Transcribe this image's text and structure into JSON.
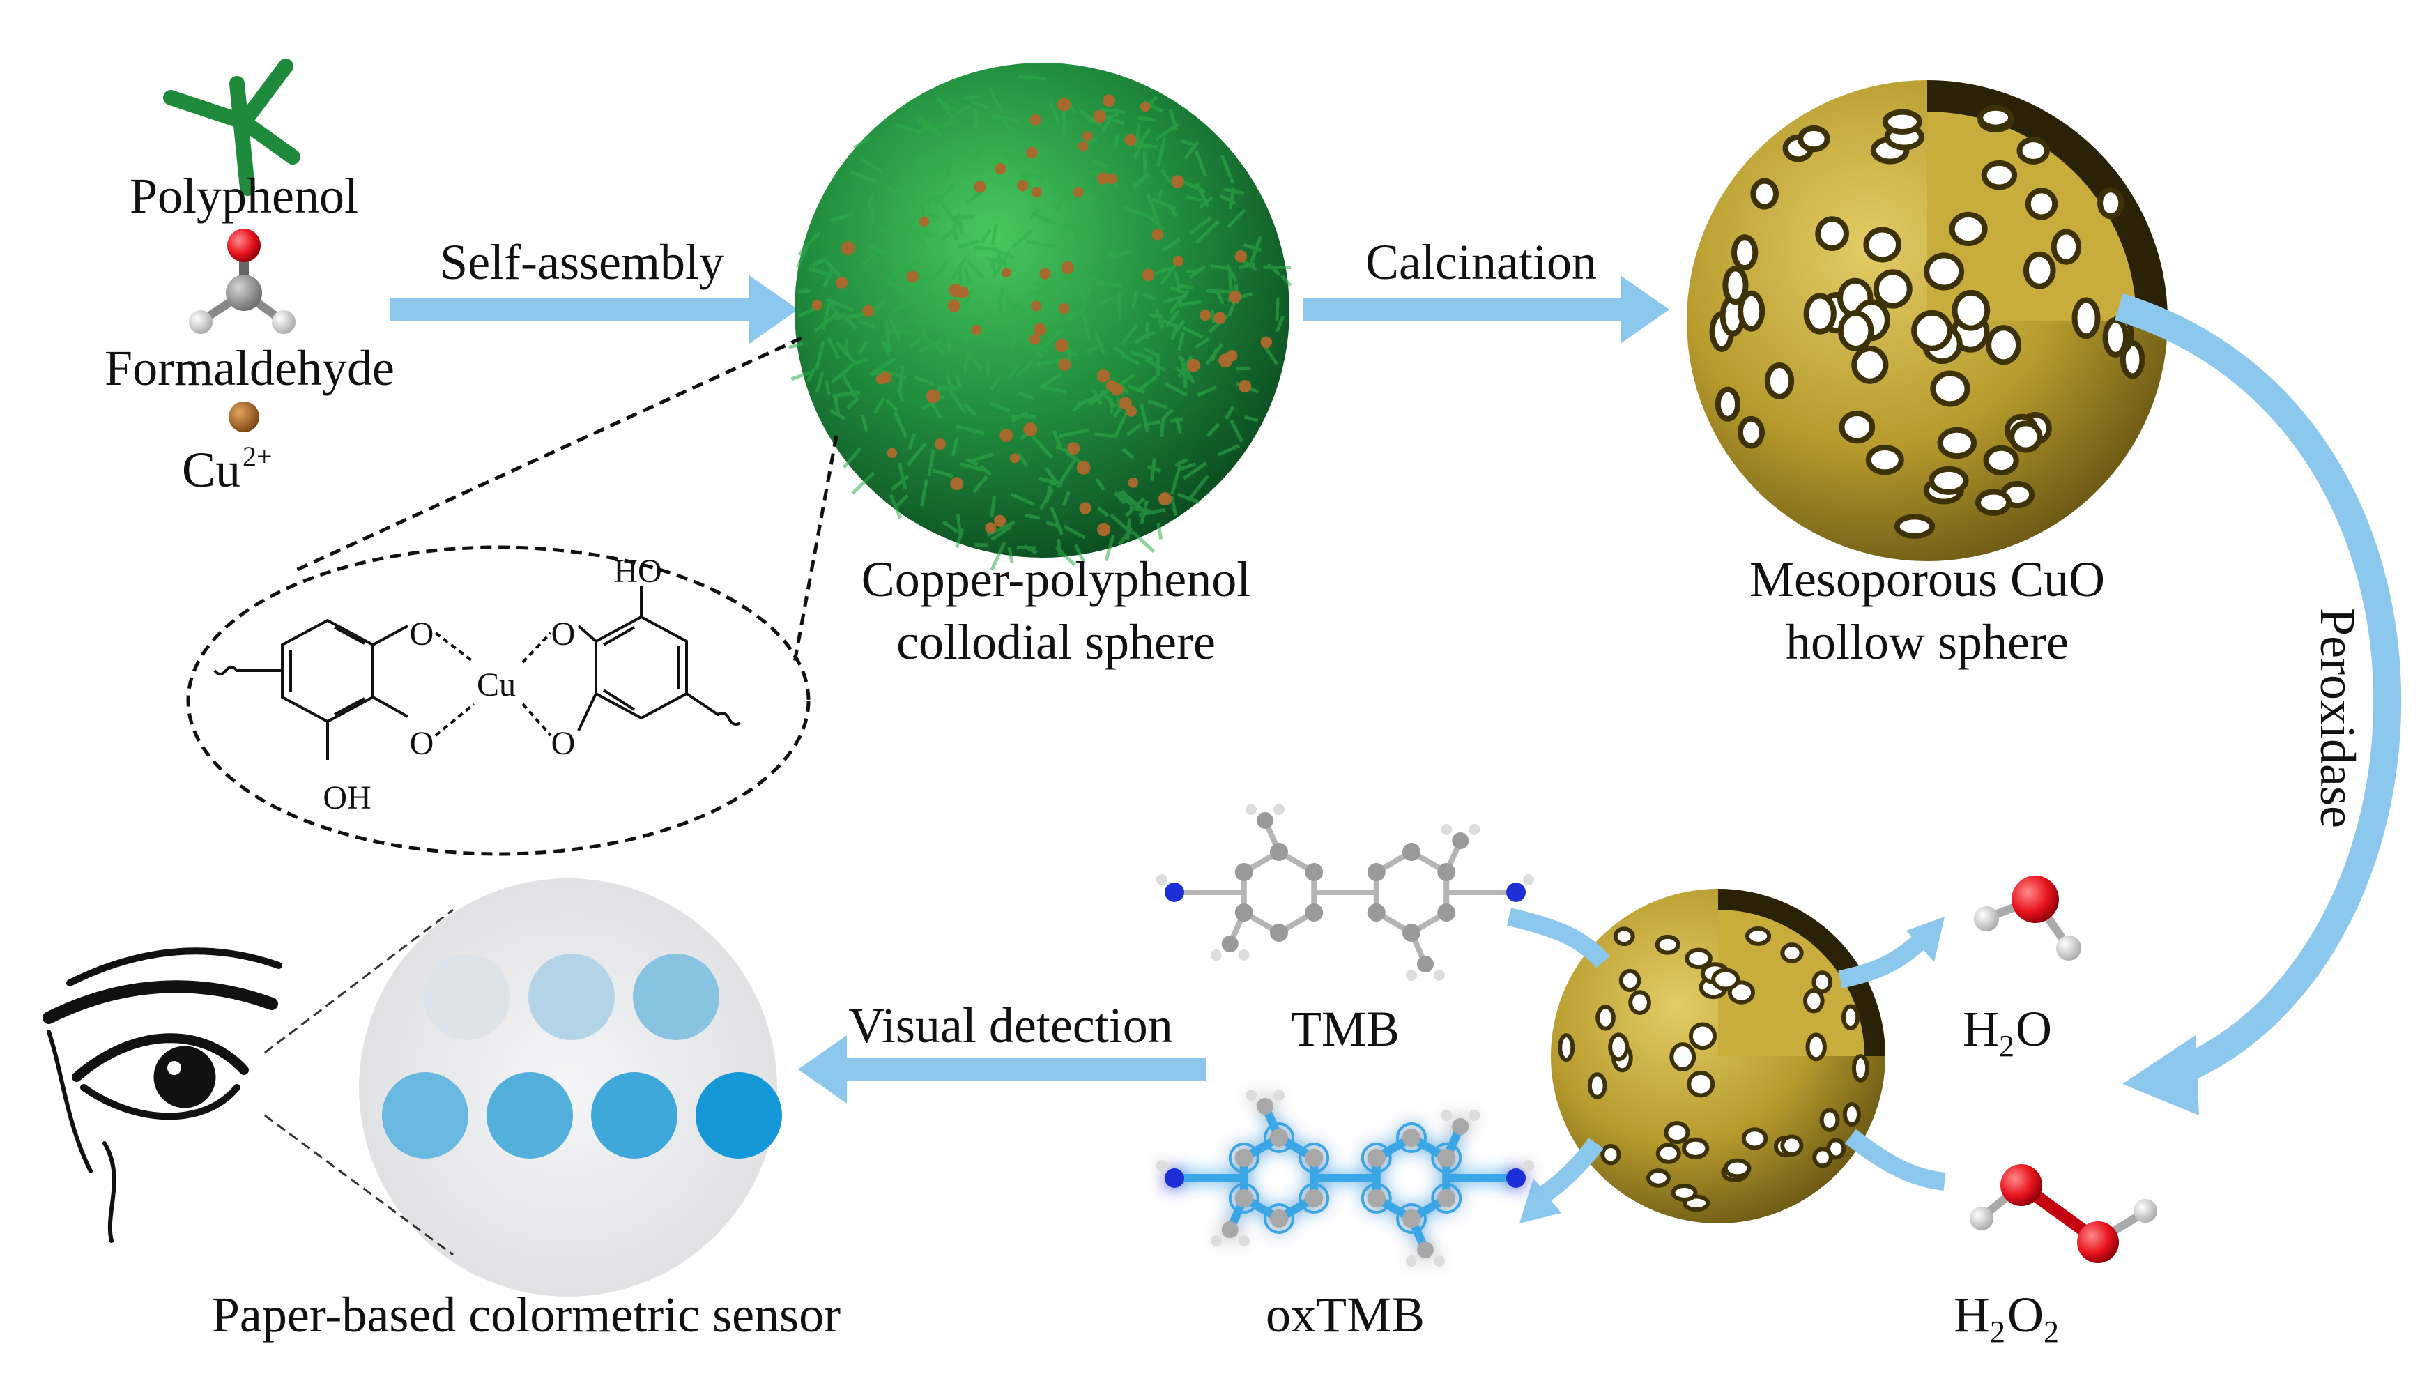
{
  "reagents": {
    "polyphenol": "Polyphenol",
    "formaldehyde": "Formaldehyde",
    "copper_ion": "Cu",
    "copper_ion_charge": "2+"
  },
  "steps": {
    "self_assembly": "Self-assembly",
    "calcination": "Calcination",
    "peroxidase": "Peroxidase",
    "visual_detection": "Visual detection"
  },
  "materials": {
    "colloidal_sphere_line1": "Copper-polyphenol",
    "colloidal_sphere_line2": "collodial sphere",
    "hollow_sphere_line1": "Mesoporous CuO",
    "hollow_sphere_line2": "hollow sphere"
  },
  "complex_structure": {
    "hydroxyl_top": "HO",
    "hydroxyl_bottom": "OH",
    "oxygen": "O",
    "metal": "Cu"
  },
  "reaction": {
    "substrate": "TMB",
    "product": "oxTMB",
    "water": "H",
    "water_sub": "2",
    "water_tail": "O",
    "peroxide": "H",
    "peroxide_sub1": "2",
    "peroxide_mid": "O",
    "peroxide_sub2": "2"
  },
  "sensor": {
    "label": "Paper-based colormetric sensor",
    "spots": [
      {
        "level": 0.05
      },
      {
        "level": 0.25
      },
      {
        "level": 0.45
      },
      {
        "level": 0.6
      },
      {
        "level": 0.7
      },
      {
        "level": 0.8
      },
      {
        "level": 1.0
      }
    ]
  },
  "colors": {
    "arrow": "#8cc8ee",
    "polyphenol_green": "#1f8a3c",
    "cuo_gold": "#b69a2c",
    "tmb_blue": "#3aa6e6",
    "spot_blue": "#1a9fd8"
  }
}
